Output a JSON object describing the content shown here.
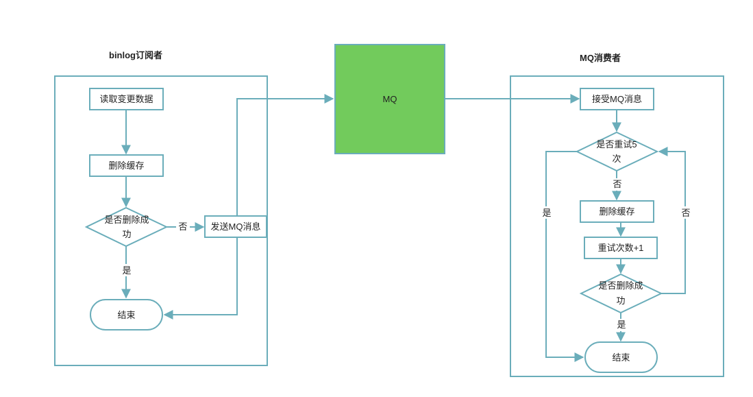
{
  "colors": {
    "stroke": "#6aadba",
    "mq_fill": "#72cb5c",
    "text": "#222222"
  },
  "left_panel": {
    "title": "binlog订阅者",
    "read_changes": "读取变更数据",
    "delete_cache": "删除缓存",
    "decision_line1": "是否删除成",
    "decision_line2": "功",
    "send_mq": "发送MQ消息",
    "end": "结束",
    "edge_no": "否",
    "edge_yes": "是"
  },
  "mq": {
    "label": "MQ"
  },
  "right_panel": {
    "title": "MQ消费者",
    "receive": "接受MQ消息",
    "retry_check_line1": "是否重试5",
    "retry_check_line2": "次",
    "delete_cache": "删除缓存",
    "retry_increment": "重试次数+1",
    "decision_line1": "是否删除成",
    "decision_line2": "功",
    "end": "结束",
    "edge_no_top": "否",
    "edge_yes_left": "是",
    "edge_no_right": "否",
    "edge_yes_bottom": "是"
  }
}
